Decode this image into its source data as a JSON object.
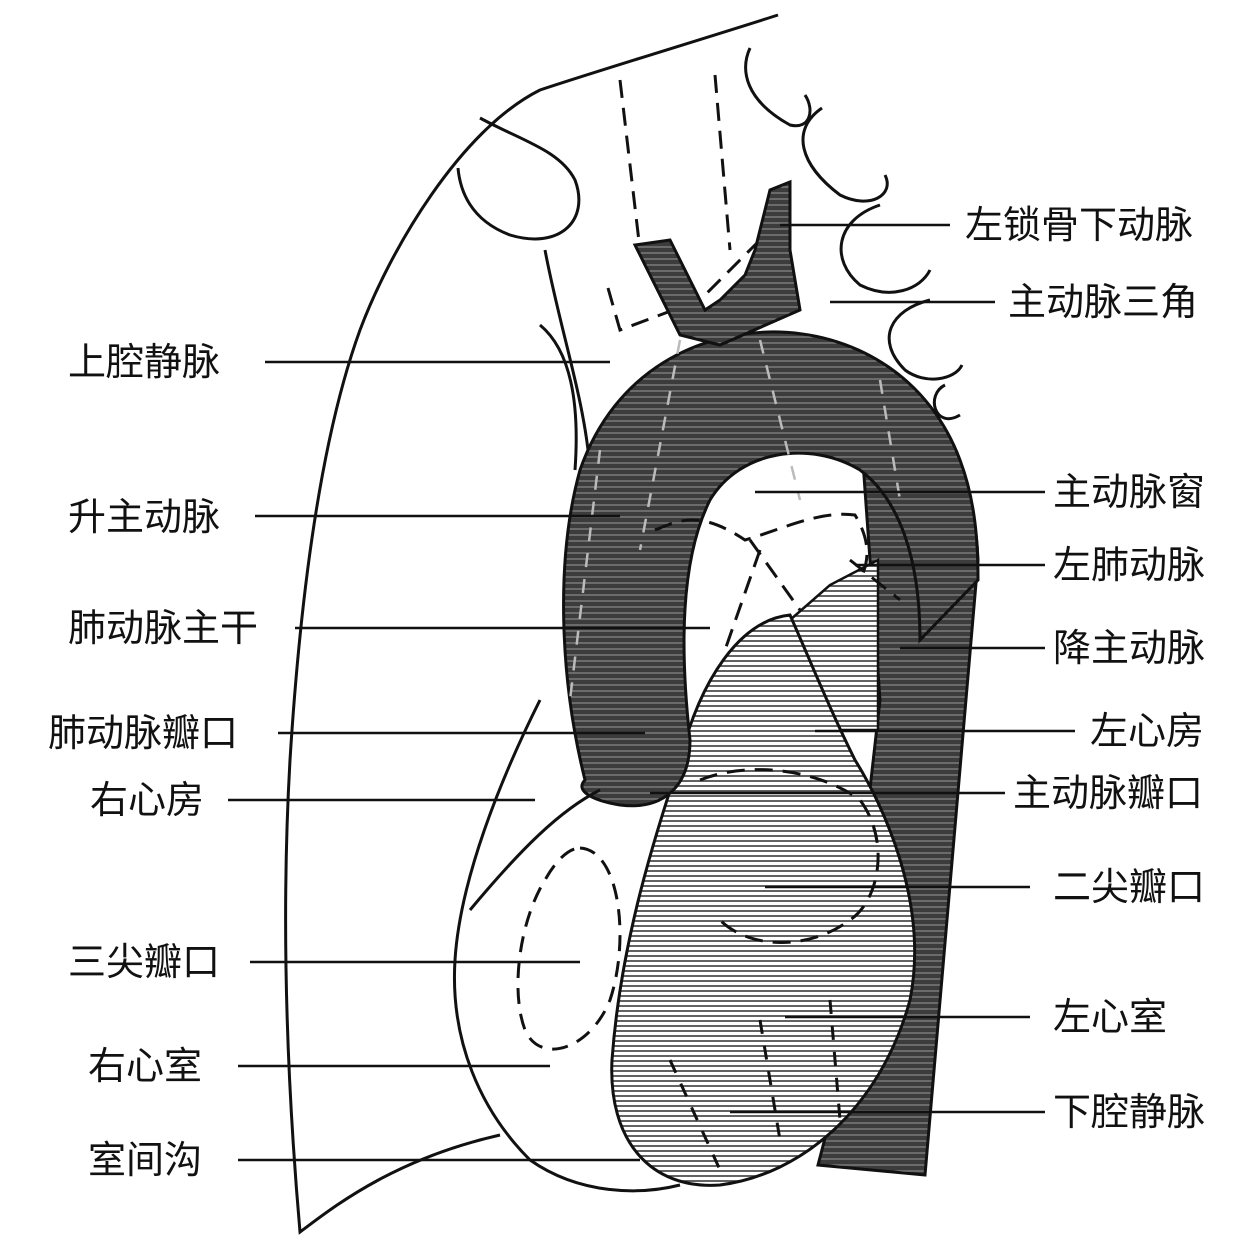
{
  "labels_left": {
    "svc": "上腔静脉",
    "ascending_aorta": "升主动脉",
    "pulmonary_trunk": "肺动脉主干",
    "pulmonary_valve": "肺动脉瓣口",
    "right_atrium": "右心房",
    "tricuspid_valve": "三尖瓣口",
    "right_ventricle": "右心室",
    "interventricular_groove": "室间沟"
  },
  "labels_right": {
    "left_subclavian_artery": "左锁骨下动脉",
    "aortic_triangle": "主动脉三角",
    "aortic_window": "主动脉窗",
    "left_pulmonary_artery": "左肺动脉",
    "descending_aorta": "降主动脉",
    "left_atrium": "左心房",
    "aortic_valve": "主动脉瓣口",
    "mitral_valve": "二尖瓣口",
    "left_ventricle": "左心室",
    "ivc": "下腔静脉"
  },
  "colors": {
    "ink": "#111111",
    "dark_fill": "#3c3c3c",
    "light_fill": "#d6d6d6",
    "background": "#ffffff"
  }
}
